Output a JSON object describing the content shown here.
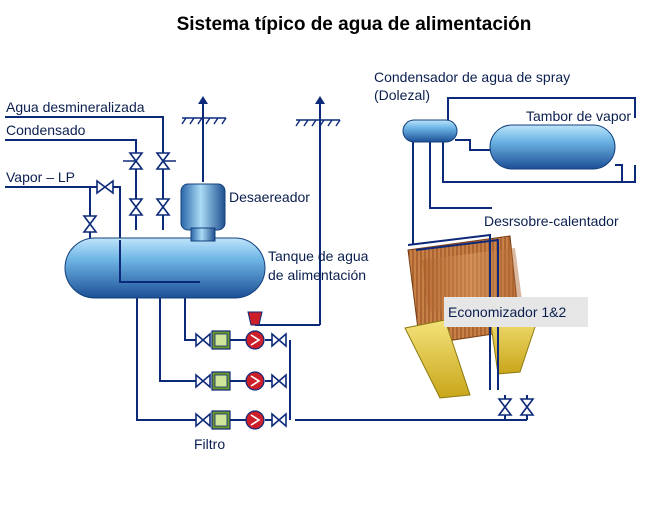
{
  "title": "Sistema típico de agua de alimentación",
  "labels": {
    "demineralized_water": "Agua desmineralizada",
    "condensate": "Condensado",
    "lp_steam": "Vapor – LP",
    "deaerator": "Desaereador",
    "feed_tank_line1": "Tanque de agua",
    "feed_tank_line2": "de alimentación",
    "spray_condenser_line1": "Condensador de agua de spray",
    "spray_condenser_line2": "(Dolezal)",
    "steam_drum": "Tambor de vapor",
    "desuperheater": "Desrsobre-calentador",
    "economizer": "Economizador 1&2",
    "filter": "Filtro"
  },
  "colors": {
    "pipe": "#0d2a7a",
    "vessel_dark": "#1c5fa3",
    "vessel_light": "#9fd2f2",
    "pump": "#cc1f2a",
    "filter": "#6f9a2a",
    "economizer": "#c47a3c",
    "hopper": "#e0c630",
    "label_box": "#e6e6e6"
  }
}
